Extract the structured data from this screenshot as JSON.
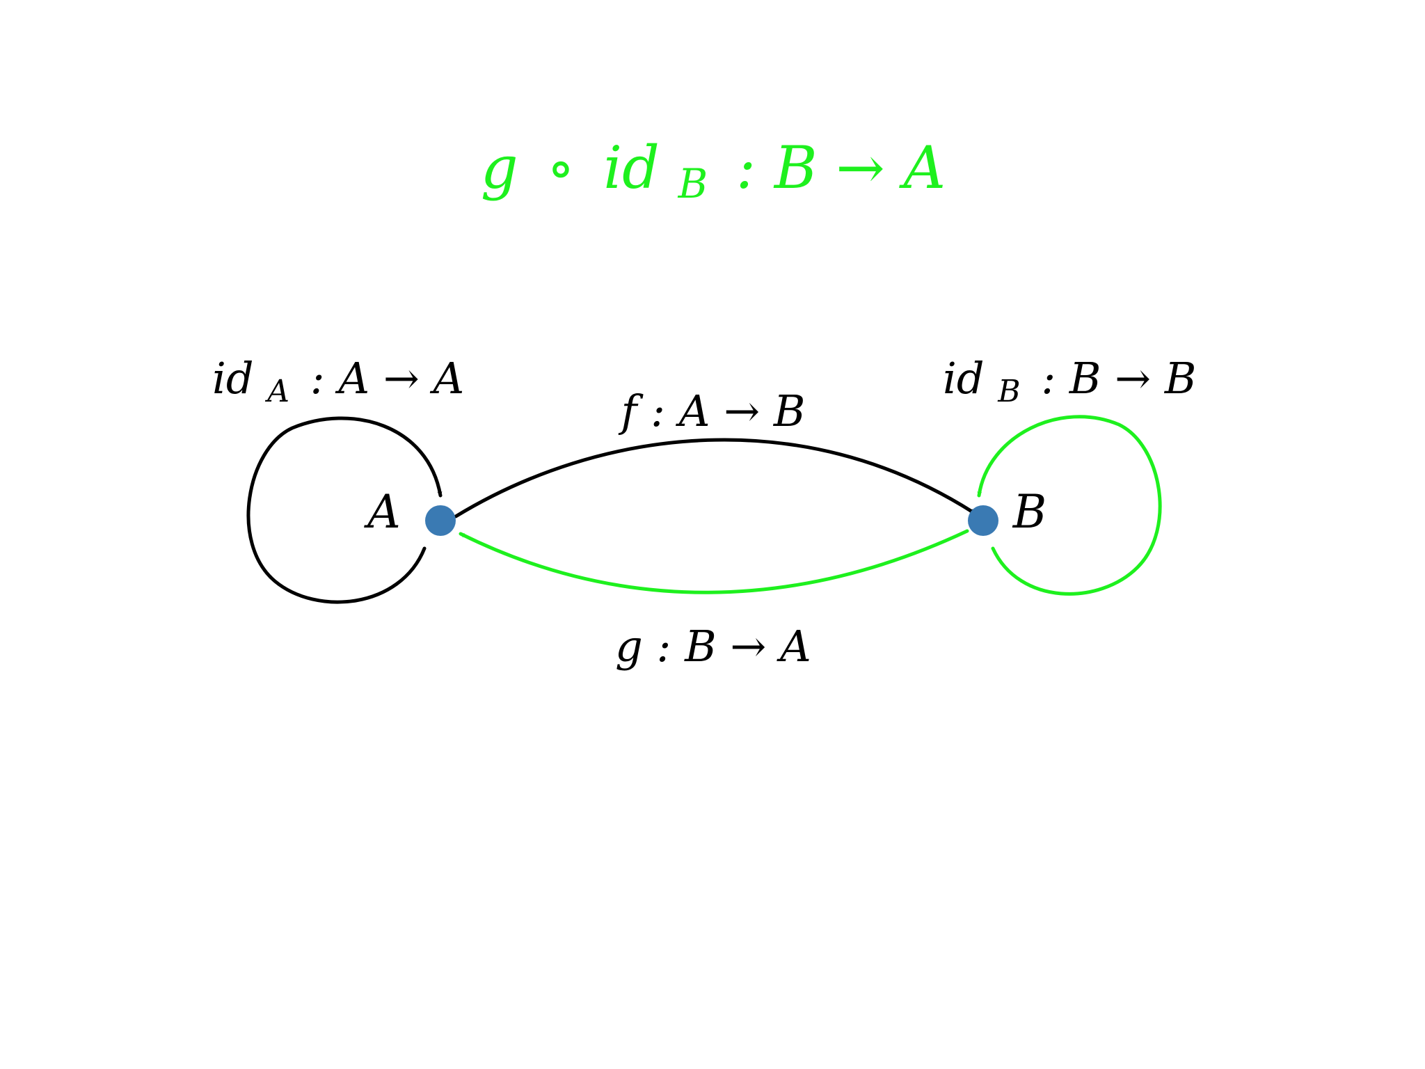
{
  "colors": {
    "background": "#ffffff",
    "highlight": "#1ef01e",
    "default": "#000000",
    "node": "#3a7ab3"
  },
  "title": {
    "g": "g",
    "compose": "∘",
    "id": "id",
    "sub": "B",
    "rest": ": B → A"
  },
  "nodes": [
    {
      "id": "A",
      "label": "A"
    },
    {
      "id": "B",
      "label": "B"
    }
  ],
  "arrows": {
    "idA": {
      "id": "id",
      "sub": "A",
      "rest": ": A → A",
      "highlighted": false
    },
    "idB": {
      "id": "id",
      "sub": "B",
      "rest": ": B → B",
      "highlighted": true
    },
    "f": {
      "label": "f : A → B",
      "highlighted": false
    },
    "g": {
      "label": "g : B → A",
      "highlighted": true
    }
  }
}
